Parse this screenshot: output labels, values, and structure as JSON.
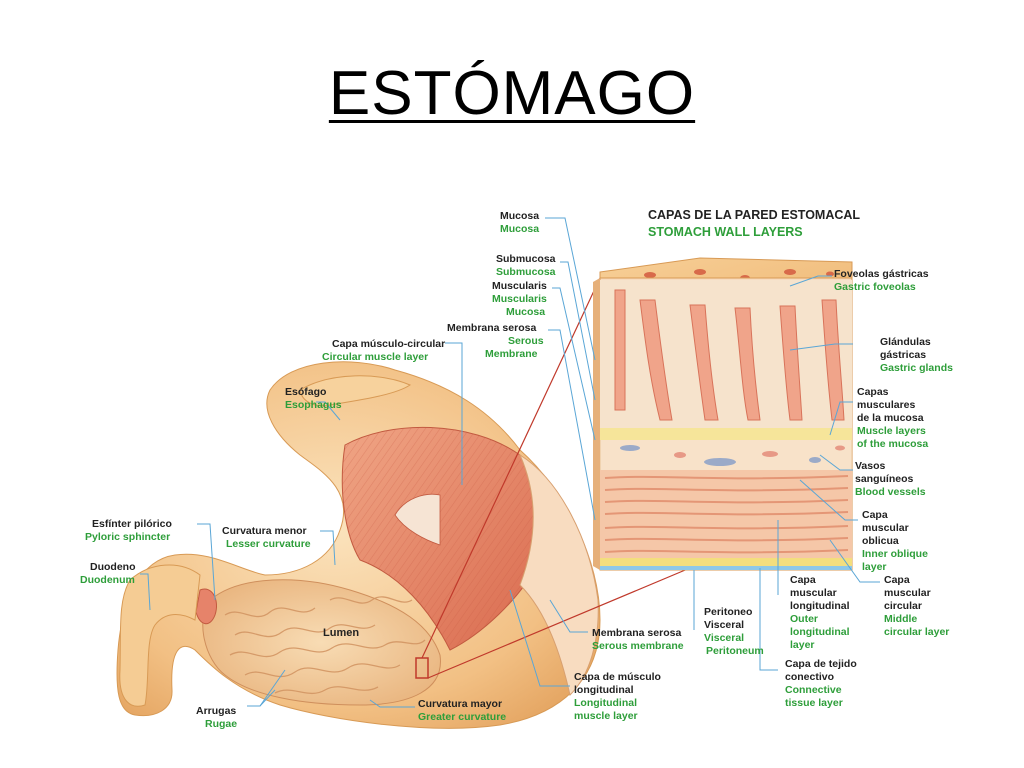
{
  "title": "ESTÓMAGO",
  "header": {
    "es": "CAPAS DE LA PARED ESTOMACAL",
    "en": "STOMACH WALL LAYERS"
  },
  "labels": {
    "mucosa": {
      "es": "Mucosa",
      "en": "Mucosa"
    },
    "submucosa": {
      "es": "Submucosa",
      "en": "Submucosa"
    },
    "muscularis": {
      "es": "Muscularis",
      "en1": "Muscularis",
      "en2": "Mucosa"
    },
    "membrana_serosa_top": {
      "es": "Membrana serosa",
      "en1": "Serous",
      "en2": "Membrane"
    },
    "capa_musculo_circular": {
      "es": "Capa músculo-circular",
      "en": "Circular muscle layer"
    },
    "esofago": {
      "es": "Esófago",
      "en": "Esophagus"
    },
    "esfinter": {
      "es": "Esfínter pilórico",
      "en": "Pyloric sphincter"
    },
    "curvatura_menor": {
      "es": "Curvatura menor",
      "en": "Lesser curvature"
    },
    "duodeno": {
      "es": "Duodeno",
      "en": "Duodenum"
    },
    "lumen": "Lumen",
    "arrugas": {
      "es": "Arrugas",
      "en": "Rugae"
    },
    "curvatura_mayor": {
      "es": "Curvatura mayor",
      "en": "Greater curvature"
    },
    "capa_musculo_longitudinal": {
      "es1": "Capa de músculo",
      "es2": "longitudinal",
      "en1": "Longitudinal",
      "en2": "muscle layer"
    },
    "membrana_serosa_bottom": {
      "es": "Membrana serosa",
      "en": "Serous membrane"
    },
    "peritoneo": {
      "es1": "Peritoneo",
      "es2": "Visceral",
      "en1": "Visceral",
      "en2": "Peritoneum"
    },
    "capa_muscular_longitudinal": {
      "es1": "Capa",
      "es2": "muscular",
      "es3": "longitudinal",
      "en1": "Outer",
      "en2": "longitudinal",
      "en3": "layer"
    },
    "capa_tejido_conectivo": {
      "es1": "Capa de tejido",
      "es2": "conectivo",
      "en1": "Connective",
      "en2": "tissue layer"
    },
    "foveolas": {
      "es": "Foveolas gástricas",
      "en": "Gastric foveolas"
    },
    "glandulas": {
      "es1": "Glándulas",
      "es2": "gástricas",
      "en": "Gastric glands"
    },
    "capas_musculares_mucosa": {
      "es1": "Capas",
      "es2": "musculares",
      "es3": "de la mucosa",
      "en1": "Muscle layers",
      "en2": "of the mucosa"
    },
    "vasos": {
      "es1": "Vasos",
      "es2": "sanguíneos",
      "en": "Blood vessels"
    },
    "capa_muscular_oblicua": {
      "es1": "Capa",
      "es2": "muscular",
      "es3": "oblicua",
      "en1": "Inner oblique",
      "en2": "layer"
    },
    "capa_muscular_circular": {
      "es1": "Capa",
      "es2": "muscular",
      "es3": "circular",
      "en1": "Middle",
      "en2": "circular layer"
    }
  },
  "colors": {
    "stomach_outer": "#f4c88c",
    "stomach_inner": "#e8896a",
    "rugae": "#f3c89a",
    "leader_line": "#5aa6d6",
    "english_text": "#2e9e3a",
    "connector": "#c0392b"
  }
}
